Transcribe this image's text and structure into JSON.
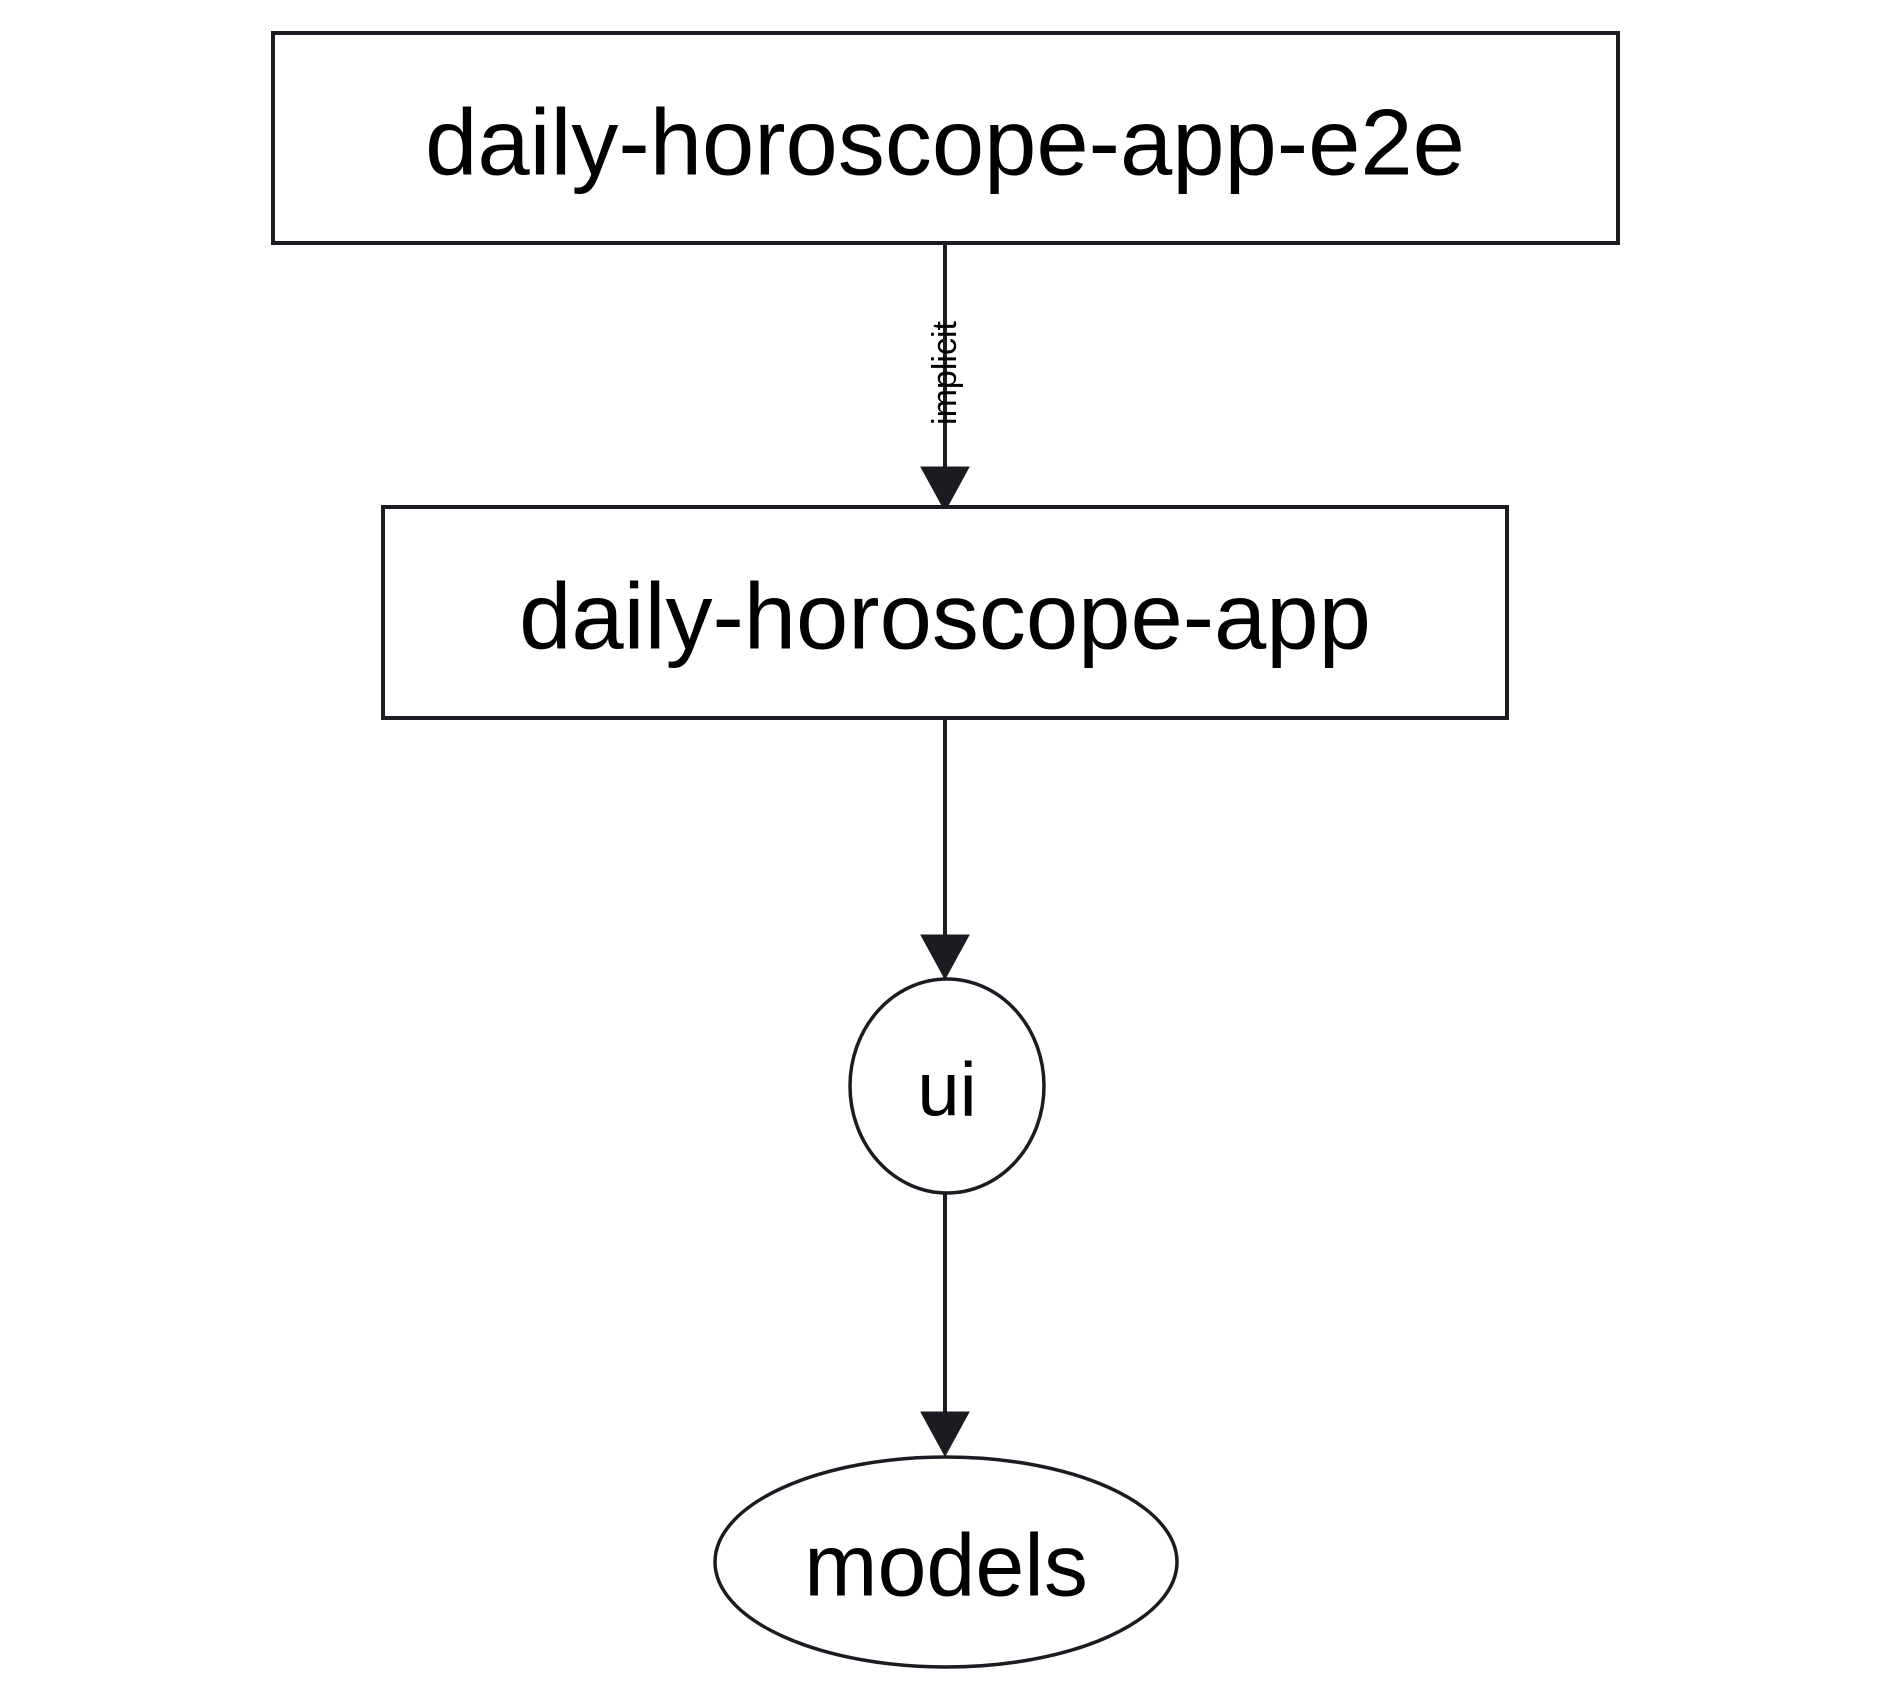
{
  "diagram": {
    "type": "directed-dependency-graph",
    "background_color": "#ffffff",
    "stroke_color": "#1b1b22",
    "text_color": "#000000",
    "nodes": [
      {
        "id": "daily-horoscope-app-e2e",
        "label": "daily-horoscope-app-e2e",
        "shape": "rectangle"
      },
      {
        "id": "daily-horoscope-app",
        "label": "daily-horoscope-app",
        "shape": "rectangle"
      },
      {
        "id": "ui",
        "label": "ui",
        "shape": "ellipse"
      },
      {
        "id": "models",
        "label": "models",
        "shape": "ellipse"
      }
    ],
    "edges": [
      {
        "from": "daily-horoscope-app-e2e",
        "to": "daily-horoscope-app",
        "label": "implicit",
        "label_orientation": "vertical"
      },
      {
        "from": "daily-horoscope-app",
        "to": "ui",
        "label": ""
      },
      {
        "from": "ui",
        "to": "models",
        "label": ""
      }
    ]
  }
}
